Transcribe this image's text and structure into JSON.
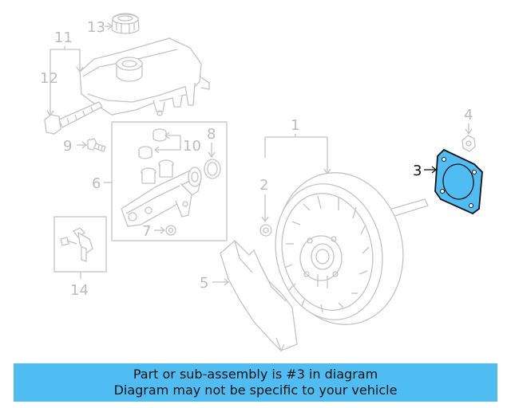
{
  "diagram": {
    "callouts": {
      "c1": "1",
      "c2": "2",
      "c3": "3",
      "c4": "4",
      "c5": "5",
      "c6": "6",
      "c7": "7",
      "c8": "8",
      "c9": "9",
      "c10": "10",
      "c11": "11",
      "c12": "12",
      "c13": "13",
      "c14": "14"
    },
    "highlighted_part": "3",
    "colors": {
      "line": "#c4c4c4",
      "highlight_fill": "#4fbdf2",
      "highlight_stroke": "#111111"
    }
  },
  "banner": {
    "line1": "Part or sub-assembly is #3 in diagram",
    "line2": "Diagram may not be specific to your vehicle",
    "background": "#4fbdf2"
  }
}
